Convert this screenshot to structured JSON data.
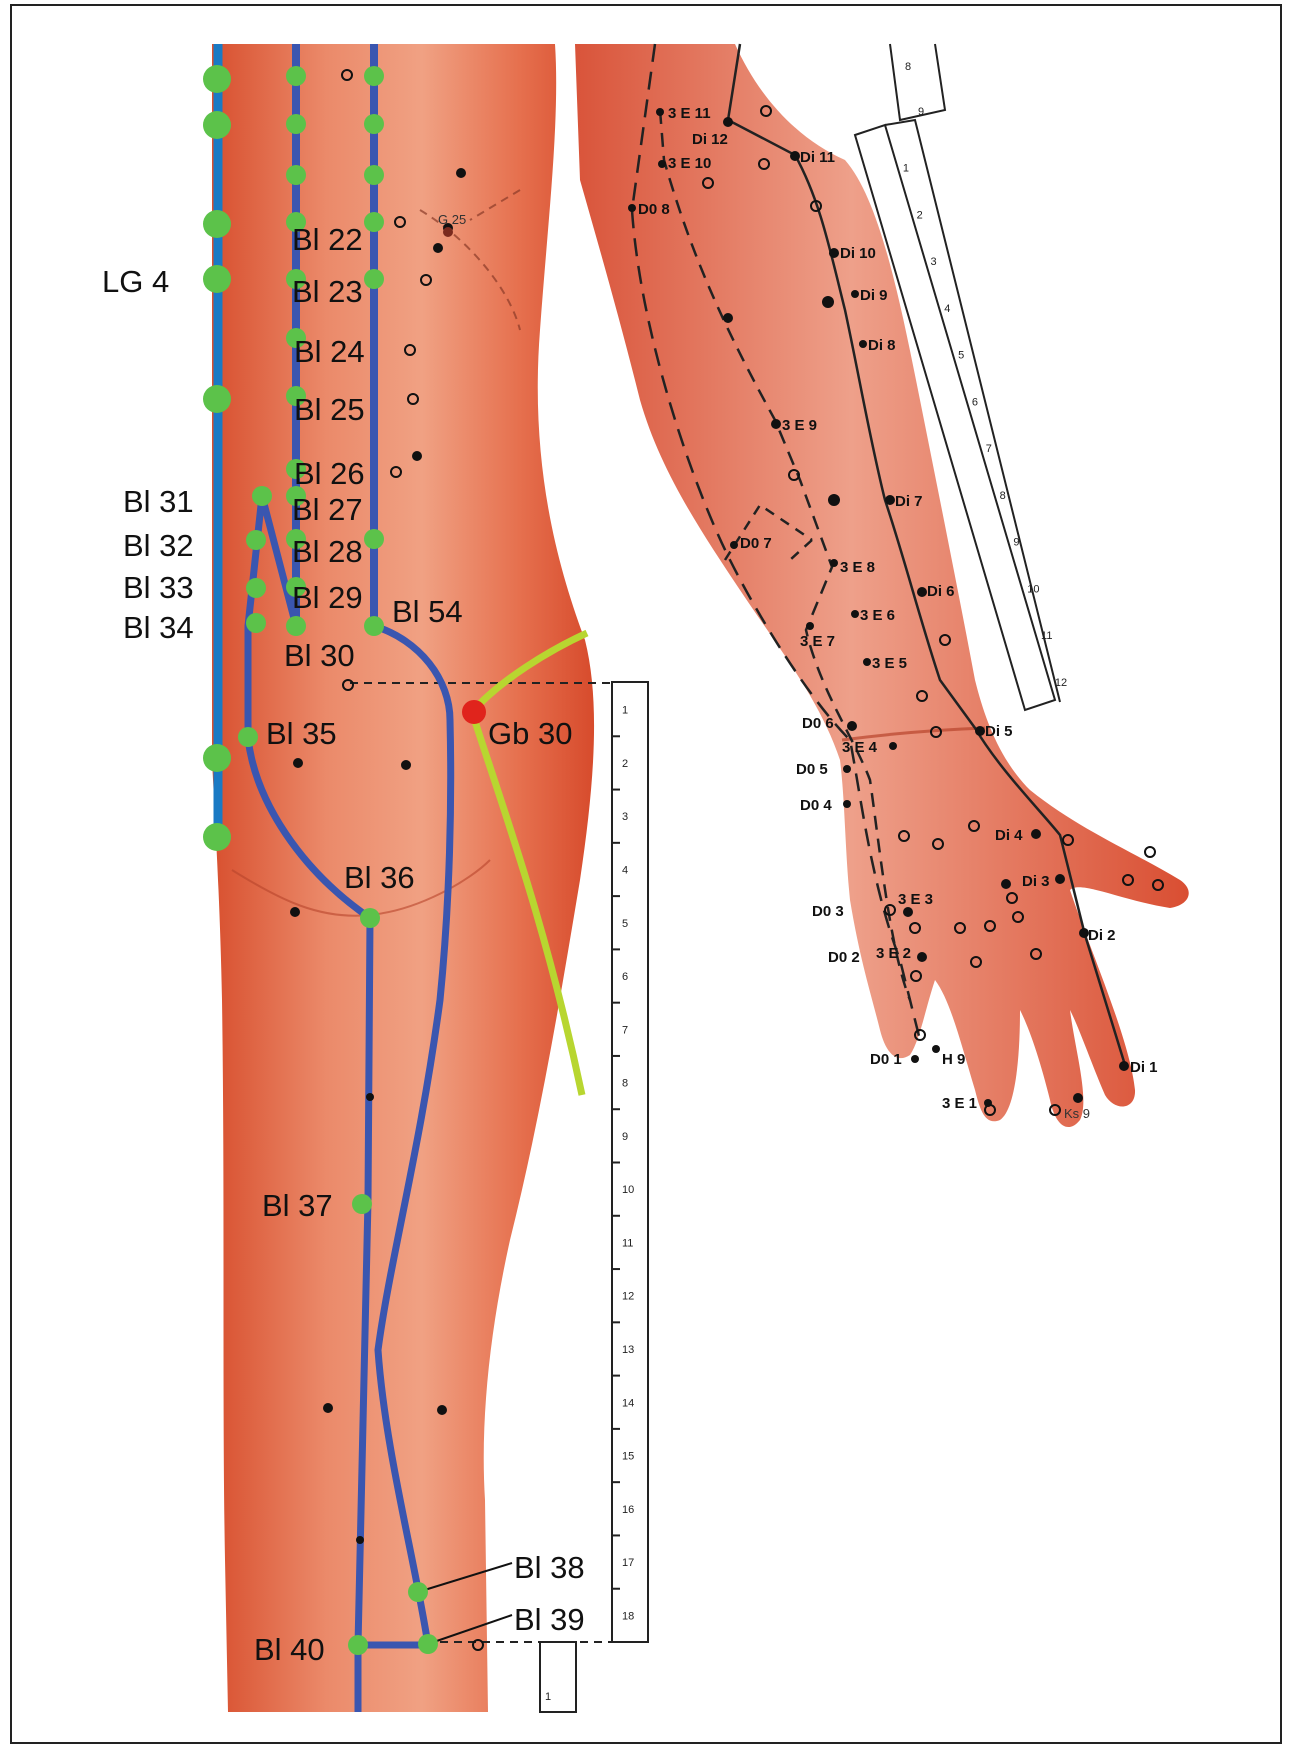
{
  "main_points": {
    "lg4": "LG 4",
    "bl22": "Bl 22",
    "bl23": "Bl 23",
    "bl24": "Bl 24",
    "bl25": "Bl 25",
    "bl26": "Bl 26",
    "bl27": "Bl 27",
    "bl28": "Bl 28",
    "bl29": "Bl 29",
    "bl30": "Bl 30",
    "bl31": "Bl 31",
    "bl32": "Bl 32",
    "bl33": "Bl 33",
    "bl34": "Bl 34",
    "bl35": "Bl 35",
    "bl36": "Bl 36",
    "bl37": "Bl 37",
    "bl38": "Bl 38",
    "bl39": "Bl 39",
    "bl40": "Bl 40",
    "bl54": "Bl 54",
    "gb30": "Gb 30"
  },
  "arm_points": {
    "e11": "3 E 11",
    "di12": "Di 12",
    "di11": "Di 11",
    "e10": "3 E 10",
    "d08": "D0 8",
    "g25": "G 25",
    "di10": "Di 10",
    "di9": "Di 9",
    "di8": "Di 8",
    "e9": "3 E 9",
    "di7": "Di 7",
    "d07": "D0 7",
    "e8": "3 E 8",
    "di6": "Di 6",
    "e6": "3 E 6",
    "e7": "3 E 7",
    "e5": "3 E 5",
    "d06": "D0 6",
    "di5": "Di 5",
    "e4": "3 E 4",
    "d05": "D0 5",
    "d04": "D0 4",
    "di4": "Di 4",
    "di3": "Di 3",
    "d03": "D0 3",
    "e3": "3 E 3",
    "di2": "Di 2",
    "d02": "D0 2",
    "e2": "3 E 2",
    "d01": "D0 1",
    "h9": "H 9",
    "di1": "Di 1",
    "e1": "3 E 1",
    "ks9": "Ks 9"
  },
  "leg_ruler_ticks": [
    "1",
    "2",
    "3",
    "4",
    "5",
    "6",
    "7",
    "8",
    "9",
    "10",
    "11",
    "12",
    "13",
    "14",
    "15",
    "16",
    "17",
    "18"
  ],
  "arm_ruler_ticks": [
    "1",
    "2",
    "3",
    "4",
    "5",
    "6",
    "7",
    "8",
    "9",
    "10",
    "11",
    "12"
  ],
  "top_ruler_ticks": [
    "8",
    "9"
  ],
  "calf_ruler_tick": "1",
  "colors": {
    "skin": "#e8735a",
    "skin_dark": "#d94e32",
    "meridian_blue": "#3a56b0",
    "governor_blue": "#1a7ac4",
    "point_green": "#5cc24a",
    "gb_line": "#b8d630",
    "gb_point": "#e0241c"
  }
}
